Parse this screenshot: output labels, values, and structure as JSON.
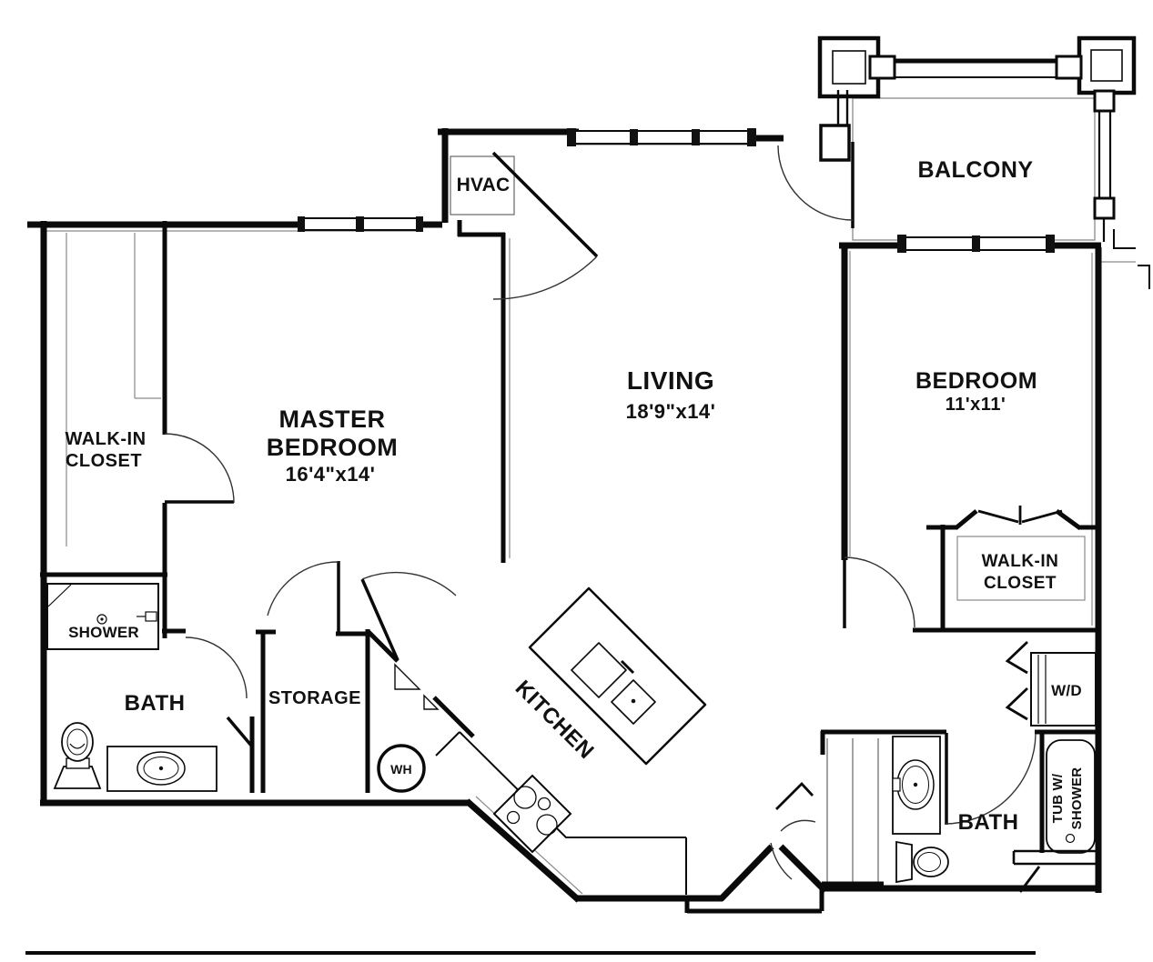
{
  "colors": {
    "wall": "#0a0a0a",
    "thin_line": "#8a8a8a",
    "text": "#111111",
    "background": "#ffffff"
  },
  "rooms": {
    "balcony": "BALCONY",
    "hvac": "HVAC",
    "master_bedroom": {
      "line1": "MASTER",
      "line2": "BEDROOM",
      "dims": "16'4\"x14'"
    },
    "walk_in_closet_master": {
      "line1": "WALK-IN",
      "line2": "CLOSET"
    },
    "living": {
      "name": "LIVING",
      "dims": "18'9\"x14'"
    },
    "bedroom2": {
      "name": "BEDROOM",
      "dims": "11'x11'"
    },
    "walk_in_closet_bedroom2": {
      "line1": "WALK-IN",
      "line2": "CLOSET"
    },
    "shower": "SHOWER",
    "bath_master": "BATH",
    "storage": "STORAGE",
    "kitchen": "KITCHEN",
    "bath2": "BATH",
    "laundry": "W/D",
    "water_heater": "WH",
    "tub": {
      "line1": "TUB W/",
      "line2": "SHOWER"
    }
  }
}
